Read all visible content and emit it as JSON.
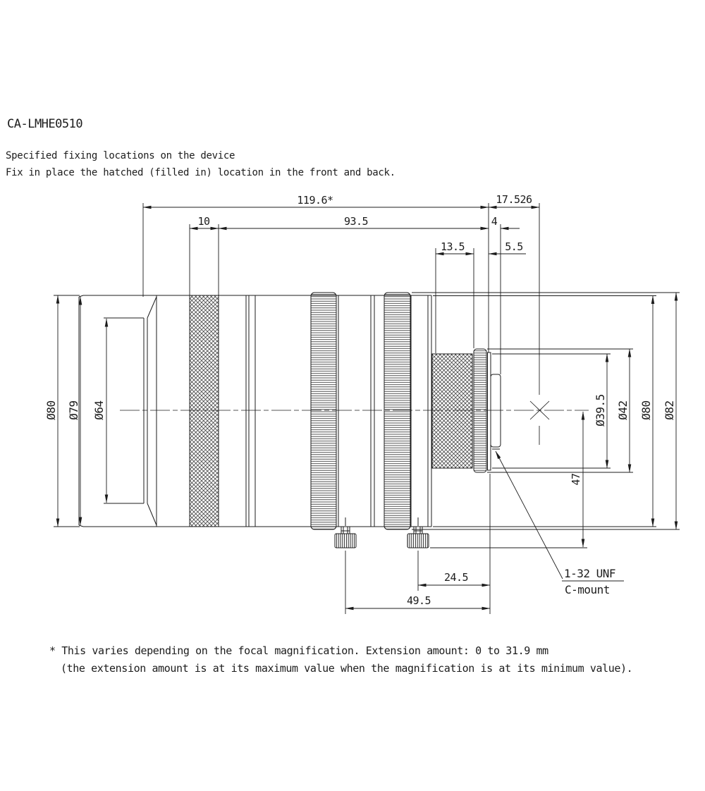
{
  "header": {
    "model": "CA-LMHE0510",
    "note_line1": "Specified fixing locations on the device",
    "note_line2": "Fix in place the hatched (filled in) location in the front and back."
  },
  "dimensions": {
    "overall_length": "119.6*",
    "flange_focal_distance": "17.526",
    "front_fixing_width": "10",
    "front_fixing_to_flange": "93.5",
    "mount_protrusion": "4",
    "rear_fixing_width": "13.5",
    "rear_collar_width": "5.5",
    "front_outer_dia": "Ø80",
    "front_face_dia": "Ø79",
    "front_recess_dia": "Ø64",
    "rear_fixing_dia": "Ø39.5",
    "rear_collar_dia": "Ø42",
    "barrel_dia": "Ø80",
    "ring_dia": "Ø82",
    "axis_to_knob_bottom": "47",
    "rear_knob_to_flange": "24.5",
    "front_knob_to_flange": "49.5"
  },
  "mount_label": {
    "thread": "1-32 UNF",
    "name": "C-mount"
  },
  "footnote": {
    "line1": "* This varies depending on the focal magnification. Extension amount: 0 to 31.9 mm",
    "line2": "(the extension amount is at its maximum value when the magnification is at its minimum value)."
  }
}
